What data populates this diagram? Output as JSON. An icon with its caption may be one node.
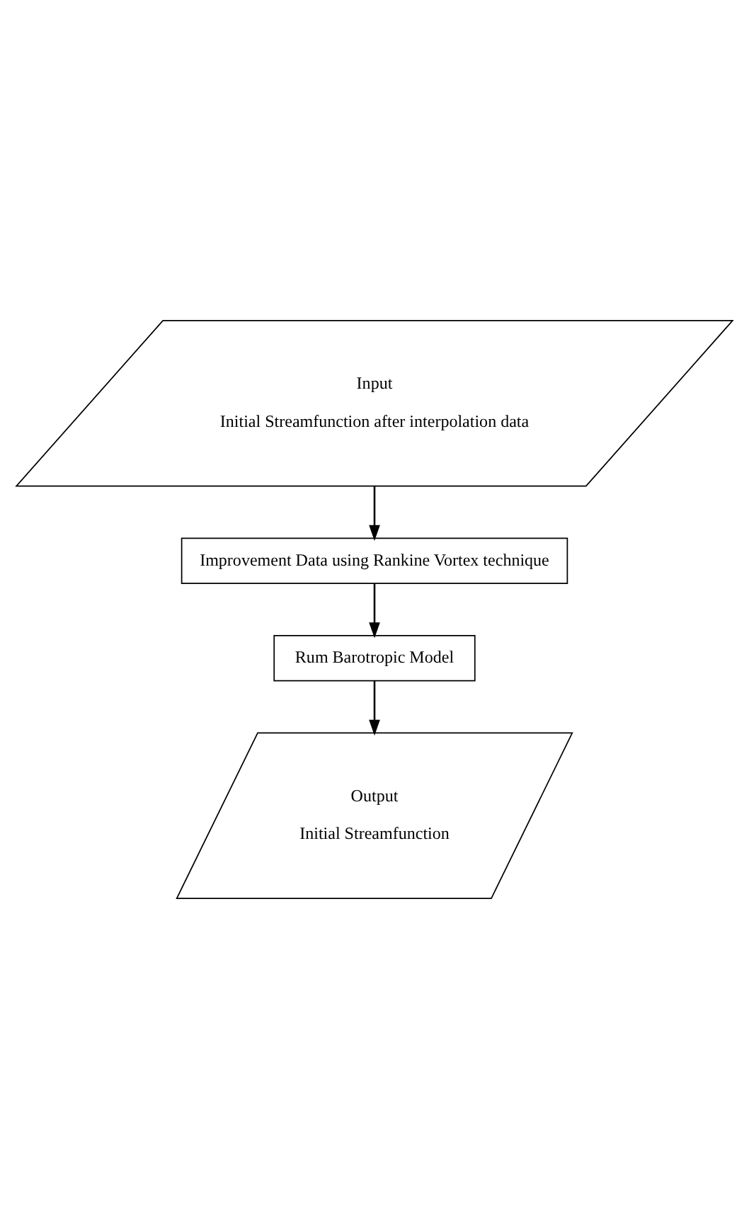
{
  "diagram": {
    "nodes": [
      {
        "text": [
          "Input",
          "Initial Streamfunction after interpolation data"
        ]
      },
      {
        "text": [
          "Improvement Data using Rankine Vortex technique"
        ]
      },
      {
        "text": [
          "Rum Barotropic Model"
        ]
      },
      {
        "text": [
          "Output",
          "Initial Streamfunction"
        ]
      }
    ],
    "edges": [
      {
        "from": 0,
        "to": 1,
        "arrow": "to"
      },
      {
        "from": 1,
        "to": 2,
        "arrow": "to"
      },
      {
        "from": 2,
        "to": 3,
        "arrow": "to"
      }
    ]
  }
}
